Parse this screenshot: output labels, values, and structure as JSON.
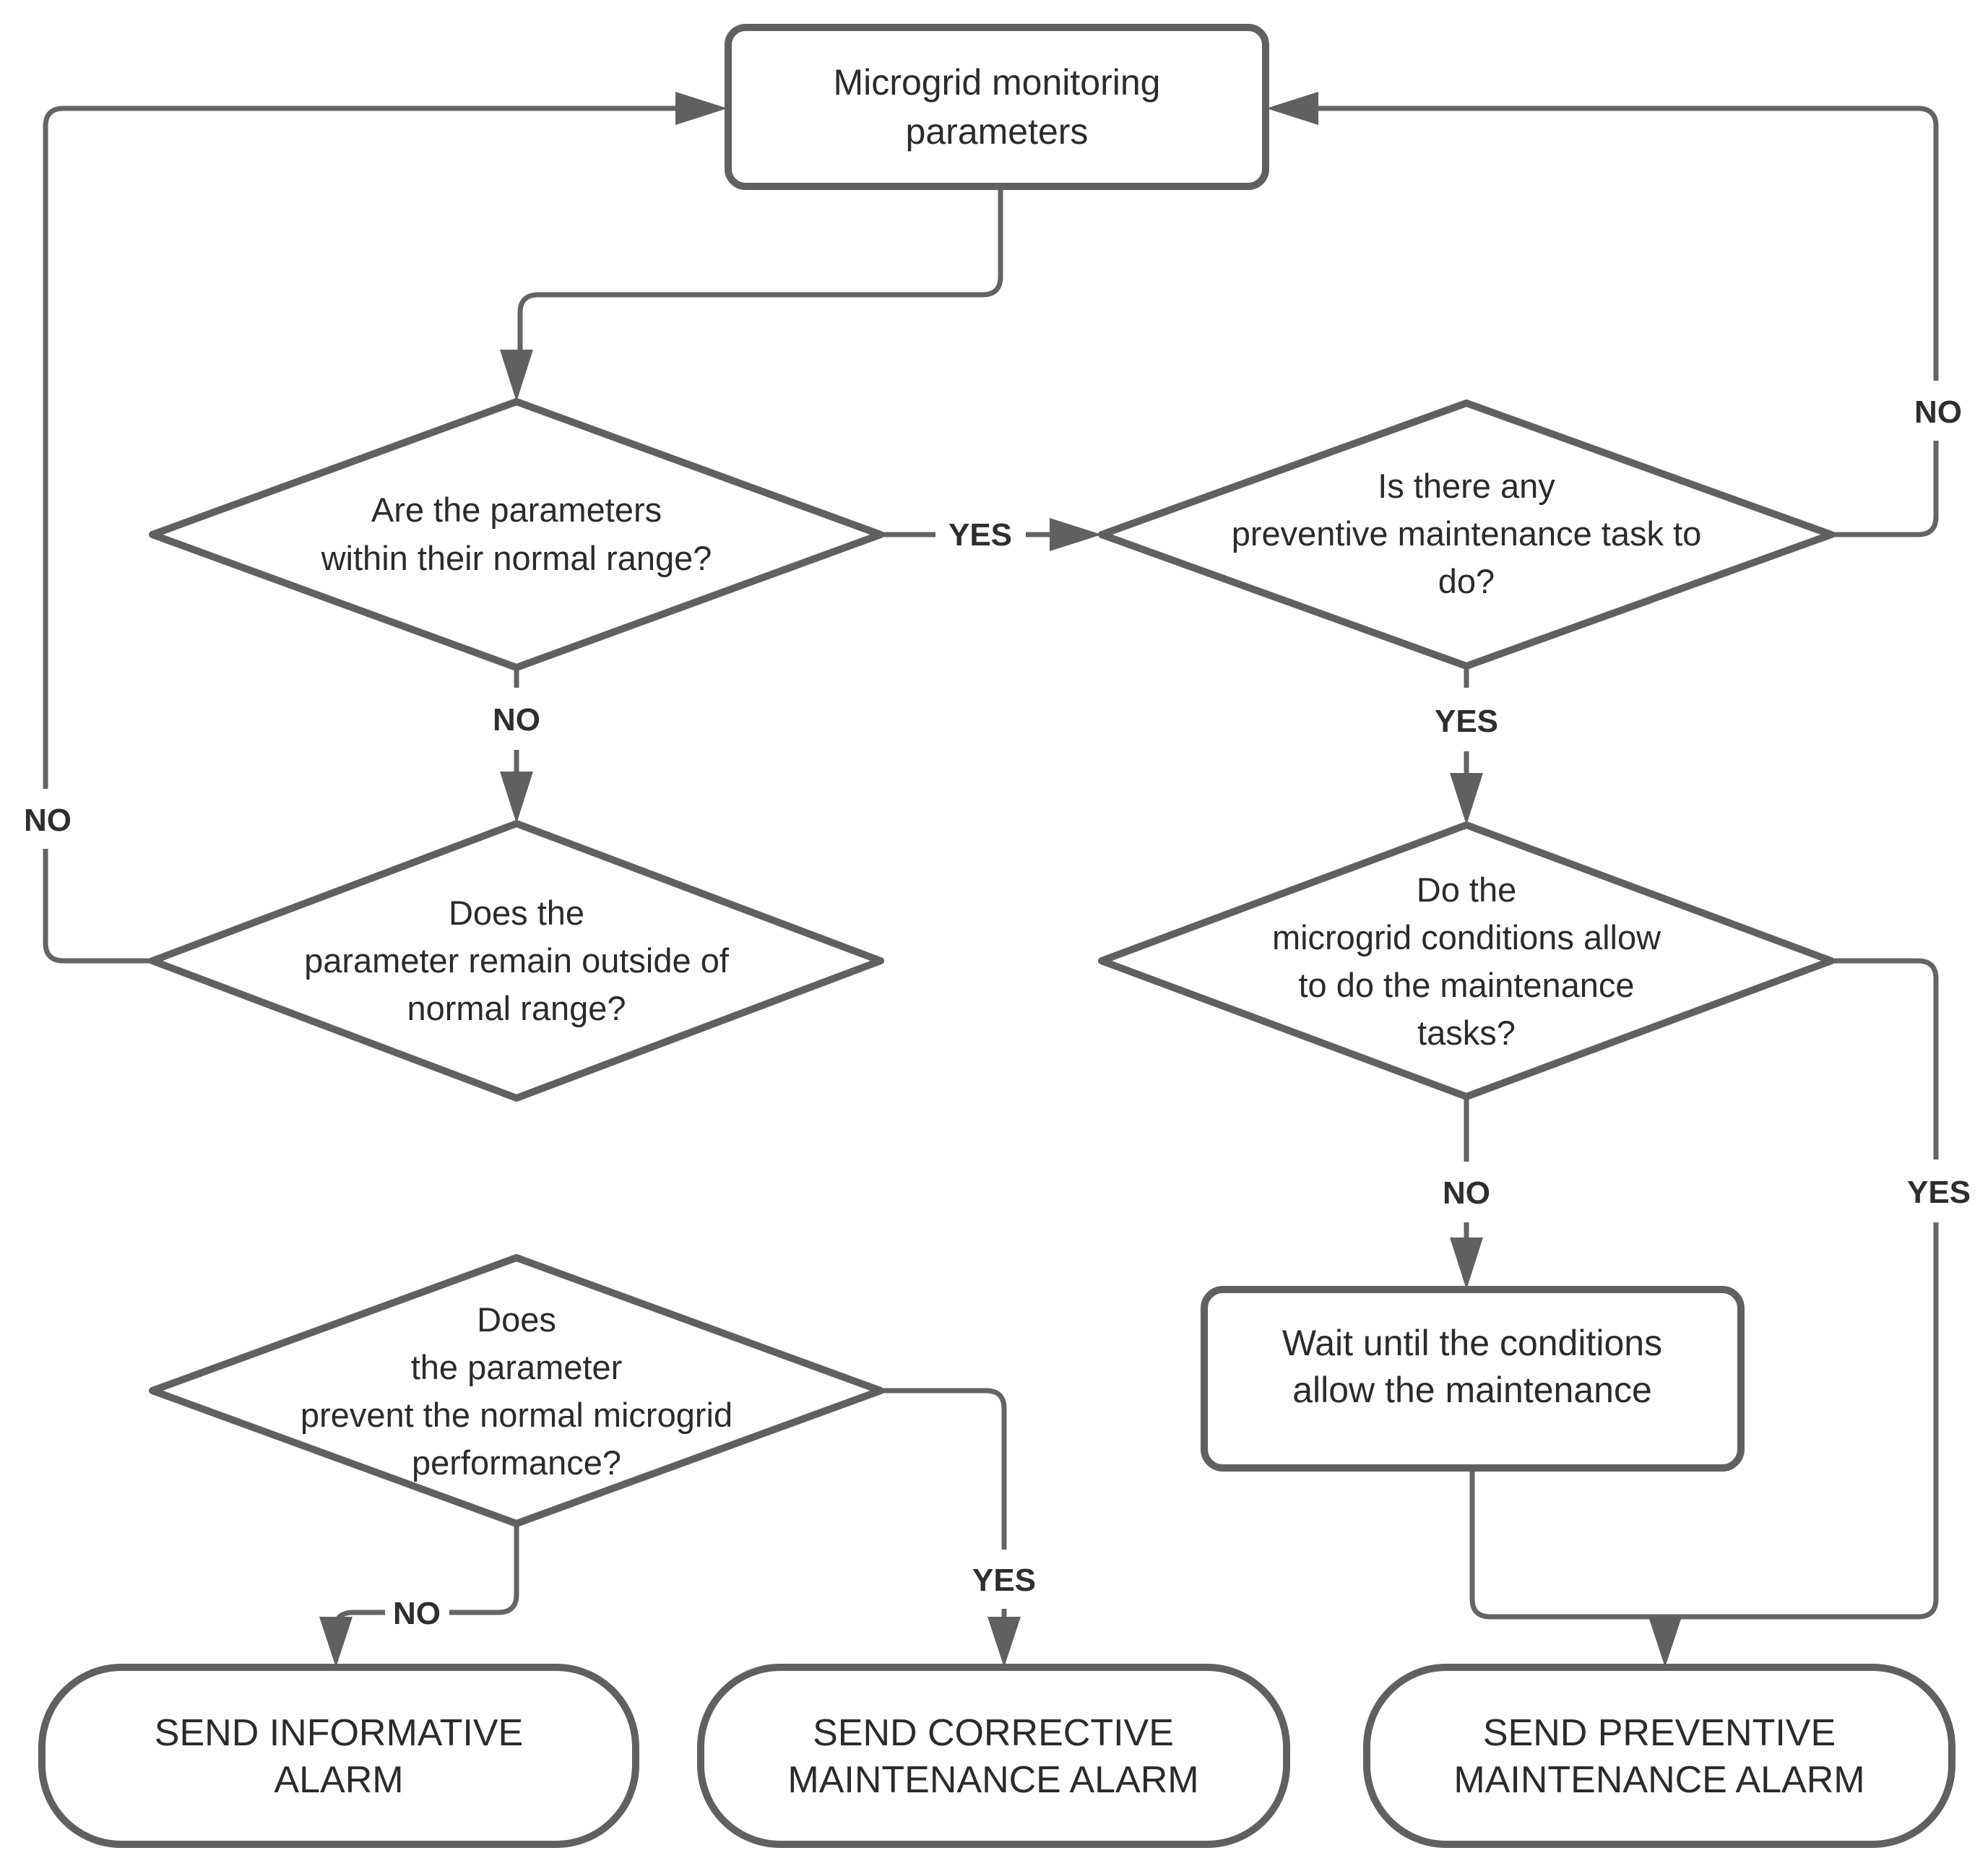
{
  "diagram": {
    "type": "flowchart",
    "background": "#ffffff",
    "line_color": "#646464",
    "shape_stroke_color": "#606060",
    "text_color": "#2b2b2b"
  },
  "nodes": {
    "start": {
      "type": "process",
      "lines": [
        "Microgrid monitoring",
        "parameters"
      ]
    },
    "params_in_range": {
      "type": "decision",
      "lines": [
        "Are the parameters",
        "within their normal range?"
      ]
    },
    "preventive_task": {
      "type": "decision",
      "lines": [
        "Is there any",
        "preventive maintenance task to",
        "do?"
      ]
    },
    "remain_outside": {
      "type": "decision",
      "lines": [
        "Does the",
        "parameter remain outside of",
        "normal range?"
      ]
    },
    "conditions_allow": {
      "type": "decision",
      "lines": [
        "Do the",
        "microgrid conditions allow",
        "to do the maintenance",
        "tasks?"
      ]
    },
    "prevent_performance": {
      "type": "decision",
      "lines": [
        "Does",
        "the parameter",
        "prevent the normal microgrid",
        "performance?"
      ]
    },
    "wait": {
      "type": "process",
      "lines": [
        "Wait until the conditions",
        "allow the maintenance"
      ]
    },
    "informative_alarm": {
      "type": "terminator",
      "lines": [
        "SEND INFORMATIVE",
        "ALARM"
      ]
    },
    "corrective_alarm": {
      "type": "terminator",
      "lines": [
        "SEND CORRECTIVE",
        "MAINTENANCE ALARM"
      ]
    },
    "preventive_alarm": {
      "type": "terminator",
      "lines": [
        "SEND PREVENTIVE",
        "MAINTENANCE ALARM"
      ]
    }
  },
  "labels": {
    "yes_params_to_task": "YES",
    "no_params_down": "NO",
    "no_left_loop": "NO",
    "no_right_loop": "NO",
    "yes_task_down": "YES",
    "no_conditions_down": "NO",
    "yes_conditions_right": "YES",
    "no_prevent_left": "NO",
    "yes_prevent_right": "YES"
  }
}
